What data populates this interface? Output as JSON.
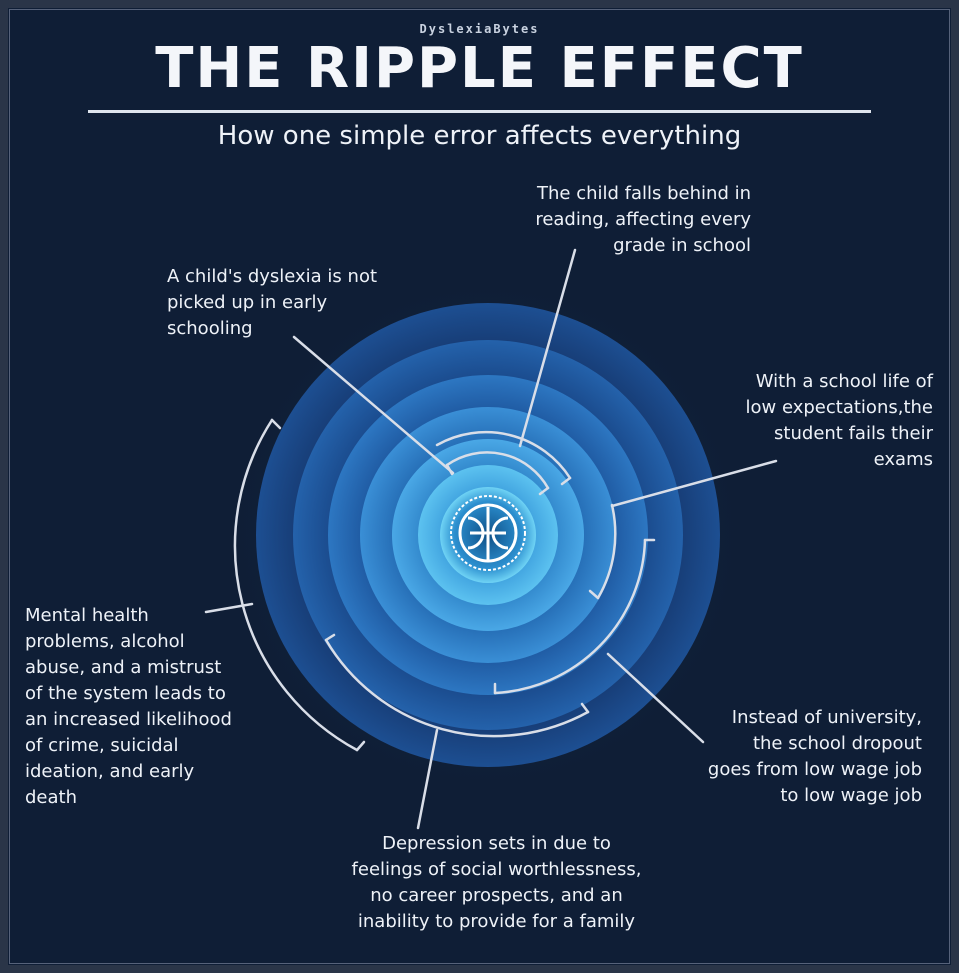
{
  "header": {
    "brand": "DyslexiaBytes",
    "title": "THE RIPPLE EFFECT",
    "subtitle": "How one simple error affects everything"
  },
  "colors": {
    "background": "#0f1e36",
    "ring_outer": "#163d78",
    "ring_inner": "#5cc6ee",
    "callout_line": "#d9dee8",
    "text": "#eef2f8"
  },
  "center_icon": "dyslexia-bytes-logo-icon",
  "stages": [
    {
      "id": "stage-1",
      "text": "A child's dyslexia is not\npicked up in early\nschooling"
    },
    {
      "id": "stage-2",
      "text": "The child falls behind in\nreading, affecting every\ngrade in school"
    },
    {
      "id": "stage-3",
      "text": "With a school life of\nlow expectations,the\nstudent fails their\nexams"
    },
    {
      "id": "stage-4",
      "text": "Instead of university,\nthe school dropout\ngoes from low wage job\nto low wage job"
    },
    {
      "id": "stage-5",
      "text": "Depression sets in due to\nfeelings of social worthlessness,\nno career prospects, and an\ninability to provide for a family"
    },
    {
      "id": "stage-6",
      "text": "Mental health\nproblems, alcohol\nabuse, and a mistrust\nof the system leads to\nan increased likelihood\nof crime, suicidal\nideation, and early\ndeath"
    }
  ]
}
